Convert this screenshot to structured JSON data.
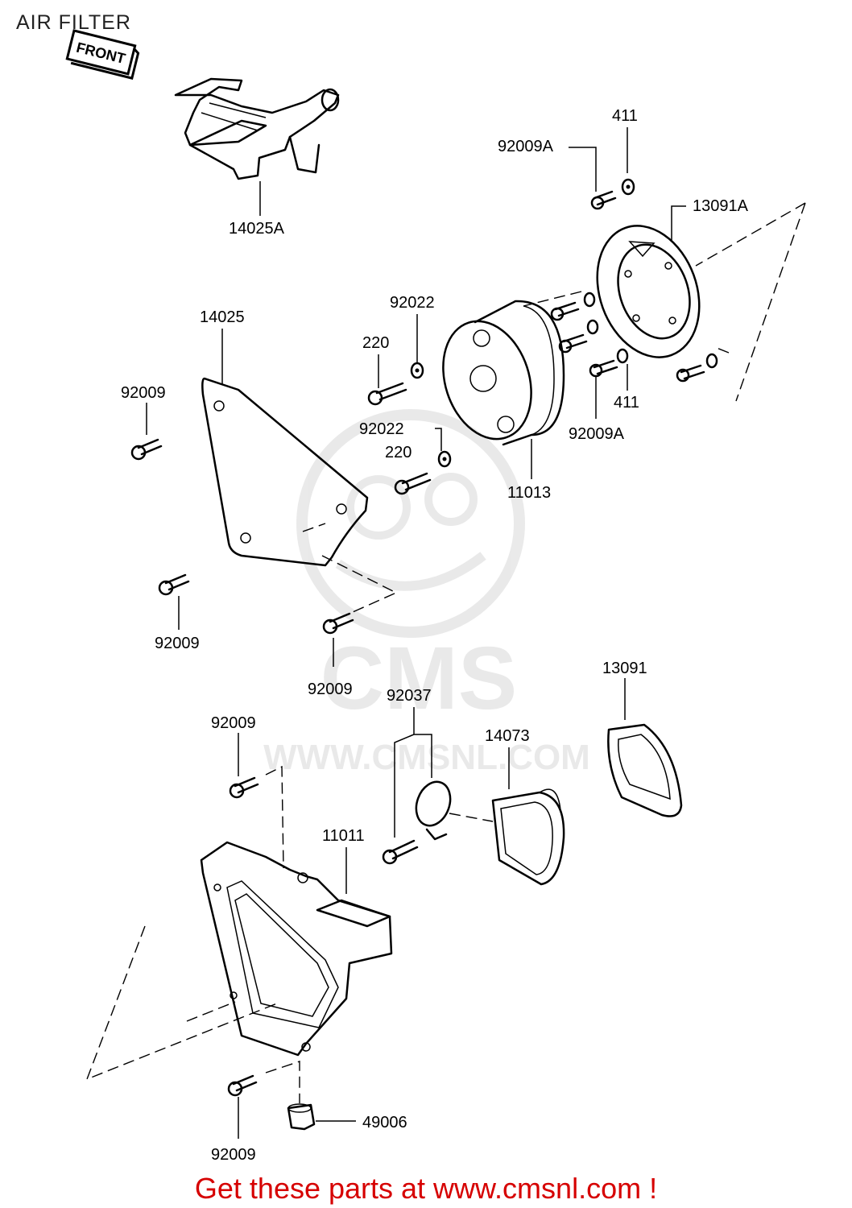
{
  "title": "AIR FILTER",
  "front_tag": "FRONT",
  "watermark": {
    "brand": "CMS",
    "url": "WWW.CMSNL.COM"
  },
  "footer": "Get these parts at www.cmsnl.com !",
  "labels": {
    "p14025A": "14025A",
    "p411_top": "411",
    "p92009A_top": "92009A",
    "p13091A": "13091A",
    "p92022_top": "92022",
    "p220_top": "220",
    "p14025": "14025",
    "p92009_a": "92009",
    "p92022_mid": "92022",
    "p220_mid": "220",
    "p11013": "11013",
    "p411_bot": "411",
    "p92009A_bot": "92009A",
    "p92009_b": "92009",
    "p92009_c": "92009",
    "p13091": "13091",
    "p92037": "92037",
    "p14073": "14073",
    "p92009_d": "92009",
    "p11011": "11011",
    "p49006": "49006",
    "p92009_e": "92009"
  }
}
